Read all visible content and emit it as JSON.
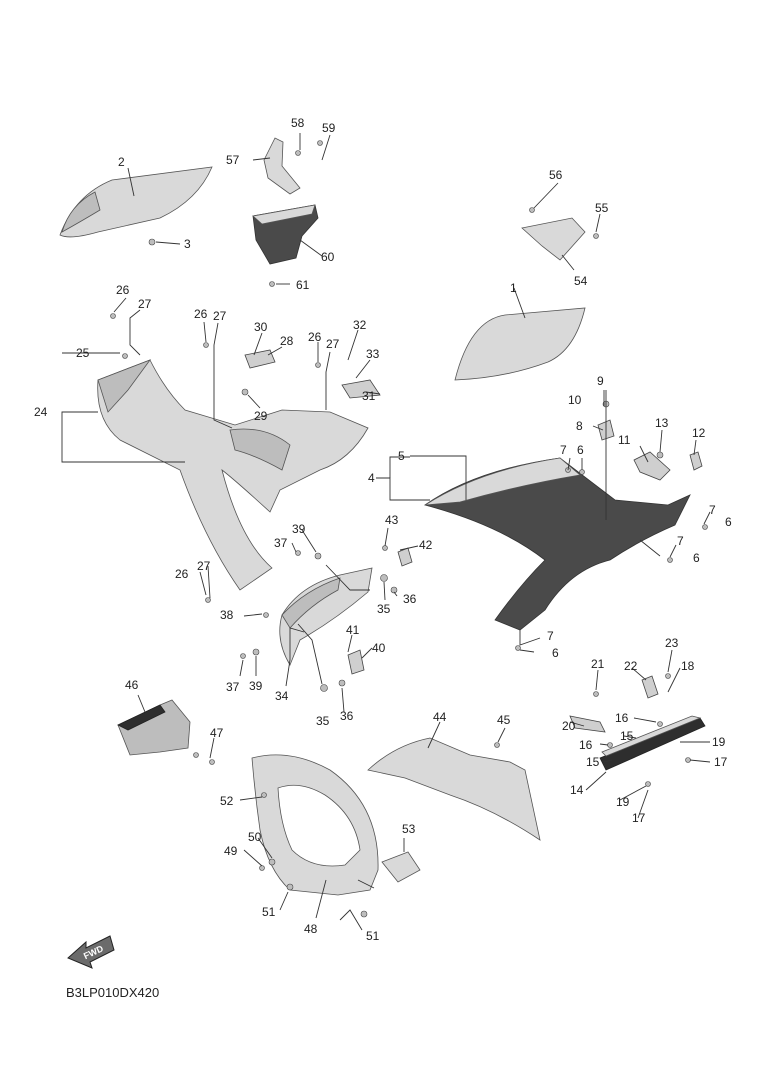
{
  "diagram": {
    "caption": "B3LP010DX420",
    "fwd_label": "FWD",
    "callouts": [
      "1",
      "2",
      "3",
      "4",
      "5",
      "6",
      "6",
      "6",
      "6",
      "7",
      "7",
      "7",
      "7",
      "8",
      "9",
      "10",
      "11",
      "12",
      "13",
      "14",
      "15",
      "15",
      "16",
      "16",
      "17",
      "17",
      "18",
      "19",
      "19",
      "20",
      "21",
      "22",
      "23",
      "24",
      "25",
      "26",
      "26",
      "26",
      "26",
      "27",
      "27",
      "27",
      "27",
      "28",
      "29",
      "30",
      "31",
      "32",
      "33",
      "34",
      "35",
      "35",
      "36",
      "36",
      "37",
      "37",
      "38",
      "39",
      "39",
      "40",
      "41",
      "42",
      "43",
      "44",
      "45",
      "46",
      "47",
      "48",
      "49",
      "50",
      "51",
      "51",
      "52",
      "53",
      "54",
      "55",
      "56",
      "57",
      "58",
      "59",
      "60",
      "61"
    ]
  }
}
